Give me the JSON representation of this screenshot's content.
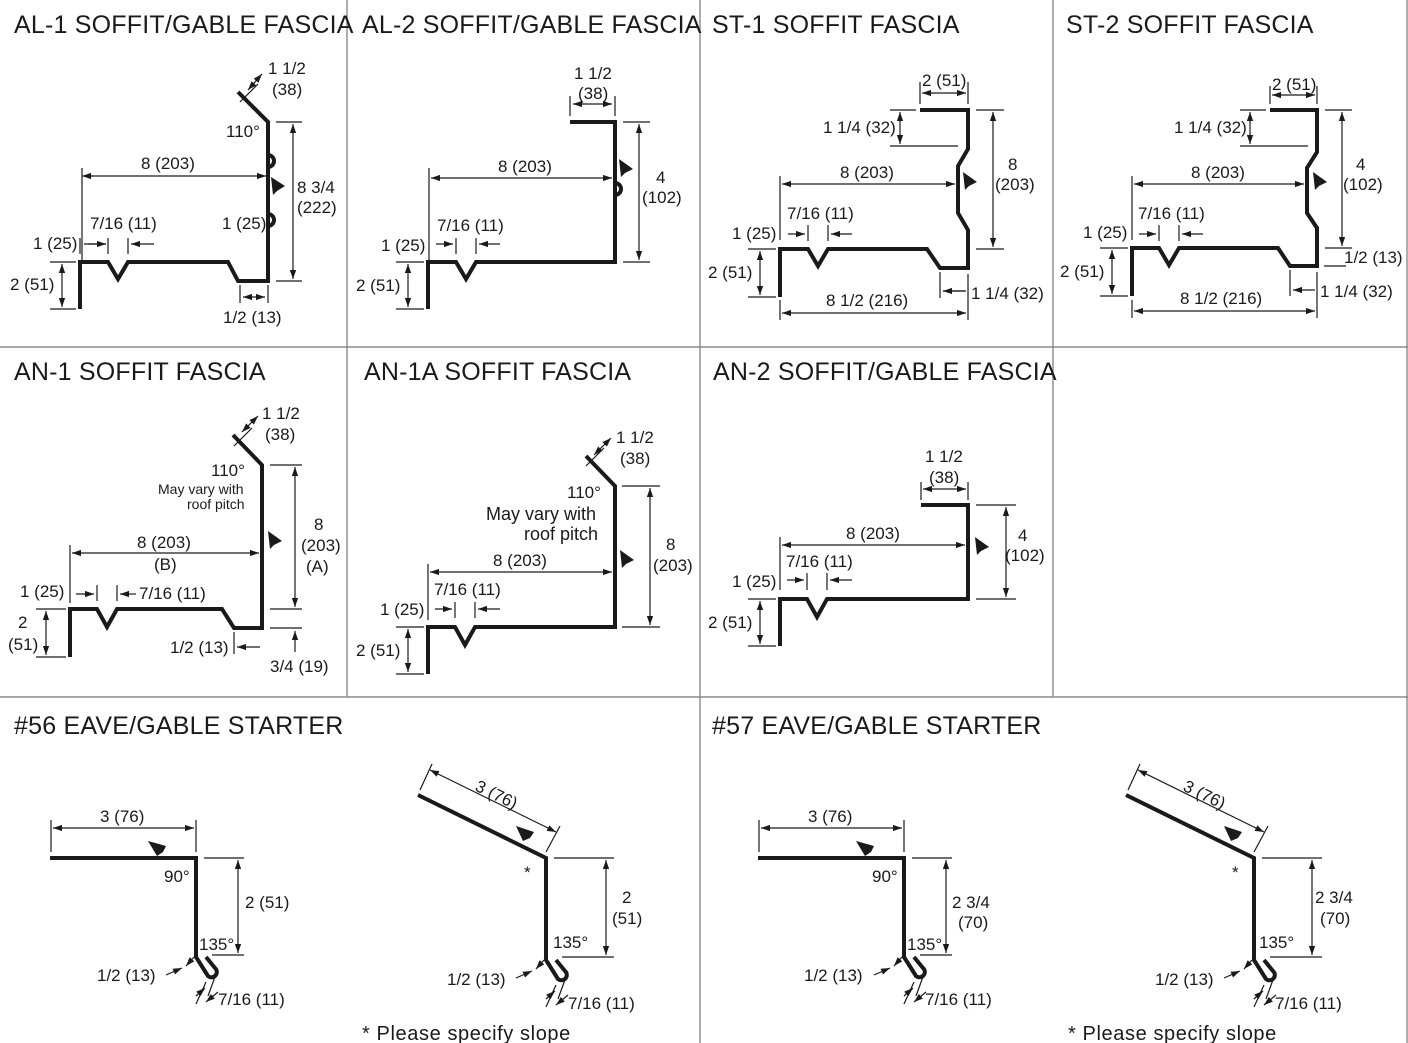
{
  "colors": {
    "ink": "#1a1a1a",
    "grid": "#8a8a8a",
    "background": "#ffffff"
  },
  "panels": {
    "al1": {
      "title": "AL-1 SOFFIT/GABLE FASCIA",
      "d_return": "1 1/2",
      "d_return_mm": "(38)",
      "angle": "110°",
      "d_width": "8 (203)",
      "d_face": "8 3/4",
      "d_face_mm": "(222)",
      "d_drip": "1 (25)",
      "d_groove": "7/16 (11)",
      "d_lip": "1 (25)",
      "d_leg": "2 (51)",
      "d_kick": "1/2 (13)"
    },
    "al2": {
      "title": "AL-2 SOFFIT/GABLE FASCIA",
      "d_return": "1 1/2",
      "d_return_mm": "(38)",
      "d_width": "8 (203)",
      "d_face": "4",
      "d_face_mm": "(102)",
      "d_groove": "7/16 (11)",
      "d_lip": "1 (25)",
      "d_leg": "2 (51)"
    },
    "st1": {
      "title": "ST-1 SOFFIT FASCIA",
      "d_return": "2 (51)",
      "d_offset": "1 1/4 (32)",
      "d_face": "8",
      "d_face_mm": "(203)",
      "d_width": "8 (203)",
      "d_groove": "7/16 (11)",
      "d_lip": "1 (25)",
      "d_leg": "2 (51)",
      "d_bottom": "8 1/2 (216)",
      "d_kick": "1 1/4 (32)"
    },
    "st2": {
      "title": "ST-2 SOFFIT FASCIA",
      "d_return": "2 (51)",
      "d_offset": "1 1/4 (32)",
      "d_face": "4",
      "d_face_mm": "(102)",
      "d_width": "8 (203)",
      "d_groove": "7/16 (11)",
      "d_lip": "1 (25)",
      "d_leg": "2 (51)",
      "d_drop": "1/2 (13)",
      "d_bottom": "8 1/2 (216)",
      "d_kick": "1 1/4 (32)"
    },
    "an1": {
      "title": "AN-1 SOFFIT FASCIA",
      "d_return": "1 1/2",
      "d_return_mm": "(38)",
      "angle": "110°",
      "note1": "May vary with",
      "note2": "roof pitch",
      "d_width": "8 (203)",
      "d_width_tag": "(B)",
      "d_face": "8",
      "d_face_mm": "(203)",
      "d_face_tag": "(A)",
      "d_lip": "1 (25)",
      "d_groove": "7/16 (11)",
      "d_leg_top": "2",
      "d_leg_bottom": "(51)",
      "d_kick": "1/2 (13)",
      "d_extra": "3/4 (19)"
    },
    "an1a": {
      "title": "AN-1A SOFFIT FASCIA",
      "d_return": "1 1/2",
      "d_return_mm": "(38)",
      "angle": "110°",
      "note1": "May vary with",
      "note2": "roof pitch",
      "d_width": "8 (203)",
      "d_face": "8",
      "d_face_mm": "(203)",
      "d_groove": "7/16 (11)",
      "d_lip": "1 (25)",
      "d_leg": "2 (51)"
    },
    "an2": {
      "title": "AN-2 SOFFIT/GABLE FASCIA",
      "d_return": "1 1/2",
      "d_return_mm": "(38)",
      "d_width": "8 (203)",
      "d_face": "4",
      "d_face_mm": "(102)",
      "d_groove": "7/16 (11)",
      "d_lip": "1 (25)",
      "d_leg": "2 (51)"
    },
    "s56": {
      "title": "#56 EAVE/GABLE STARTER",
      "a_top": "3 (76)",
      "a_angle": "90°",
      "a_face": "2 (51)",
      "a_hem_angle": "135°",
      "a_hem": "1/2 (13)",
      "a_hem_w": "7/16 (11)",
      "b_top": "3 (76)",
      "b_star": "*",
      "b_face": "2",
      "b_face_mm": "(51)",
      "b_hem_angle": "135°",
      "b_hem": "1/2 (13)",
      "b_hem_w": "7/16 (11)",
      "note": "* Please specify slope"
    },
    "s57": {
      "title": "#57 EAVE/GABLE STARTER",
      "a_top": "3 (76)",
      "a_angle": "90°",
      "a_face": "2 3/4",
      "a_face_mm": "(70)",
      "a_hem_angle": "135°",
      "a_hem": "1/2 (13)",
      "a_hem_w": "7/16 (11)",
      "b_top": "3 (76)",
      "b_star": "*",
      "b_face": "2 3/4",
      "b_face_mm": "(70)",
      "b_hem_angle": "135°",
      "b_hem": "1/2 (13)",
      "b_hem_w": "7/16 (11)",
      "note": "* Please specify slope"
    }
  }
}
